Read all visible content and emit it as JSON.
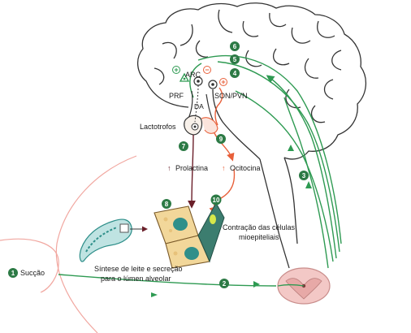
{
  "colors": {
    "pathway_green": "#2e9a52",
    "badge_green": "#2c7a45",
    "oxytocin_orange": "#e8603a",
    "prolactin_dark": "#6b1f2a",
    "skin_pink": "#f1a7a0",
    "outline": "#333333",
    "gland_teal": "#2f8f8a",
    "cell_yellow": "#f2d79a",
    "spinal_pink": "#e8b6b4"
  },
  "labels": {
    "prf": "PRF",
    "arc": "ARC",
    "son_pvn": "SON/PVN",
    "da": "DA",
    "lactotrophs": "Lactotrofos",
    "prolactin": "Prolactina",
    "oxytocin": "Ocitocina",
    "myoepithelial_line1": "Contração das células",
    "myoepithelial_line2": "mioepiteliais",
    "synthesis_line1": "Síntese de leite e secreção",
    "synthesis_line2": "para o lúmen alveolar",
    "suction": "Sucção"
  },
  "badges": [
    "1",
    "2",
    "3",
    "4",
    "5",
    "6",
    "7",
    "8",
    "9",
    "10"
  ],
  "signs": {
    "plus": "+",
    "minus": "−"
  },
  "arrows": {
    "up": "↑"
  }
}
